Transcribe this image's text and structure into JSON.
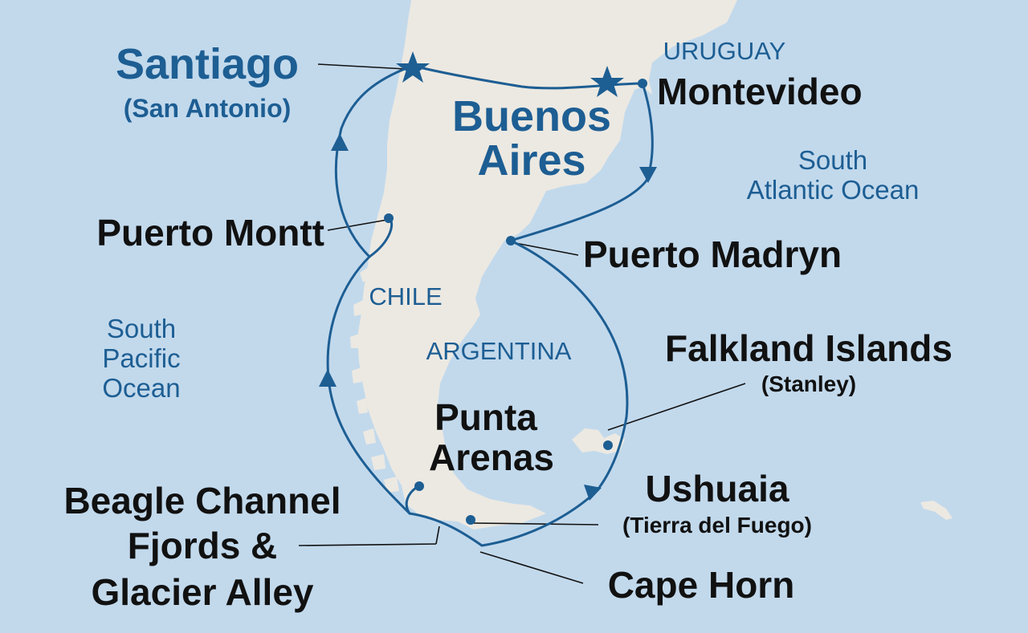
{
  "colors": {
    "sea": "#c2d9ec",
    "land": "#ece9e2",
    "route": "#1d5e93",
    "text_dark": "#111111",
    "text_blue": "#1d5e93"
  },
  "ports": {
    "santiago": "Santiago",
    "santiago_sub": "(San Antonio)",
    "buenos_aires_1": "Buenos",
    "buenos_aires_2": "Aires",
    "montevideo": "Montevideo",
    "puerto_montt": "Puerto Montt",
    "puerto_madryn": "Puerto Madryn",
    "falkland": "Falkland Islands",
    "falkland_sub": "(Stanley)",
    "punta_arenas_1": "Punta",
    "punta_arenas_2": "Arenas",
    "ushuaia": "Ushuaia",
    "ushuaia_sub": "(Tierra del Fuego)",
    "beagle_1": "Beagle Channel",
    "beagle_2": "Fjords &",
    "beagle_3": "Glacier Alley",
    "cape_horn": "Cape Horn"
  },
  "regions": {
    "uruguay": "URUGUAY",
    "chile": "CHILE",
    "argentina": "ARGENTINA",
    "atlantic_1": "South",
    "atlantic_2": "Atlantic Ocean",
    "pacific_1": "South",
    "pacific_2": "Pacific",
    "pacific_3": "Ocean"
  },
  "markers": {
    "start_end": "star-marker",
    "port_stop": "dot-marker",
    "direction": "arrow-marker"
  }
}
